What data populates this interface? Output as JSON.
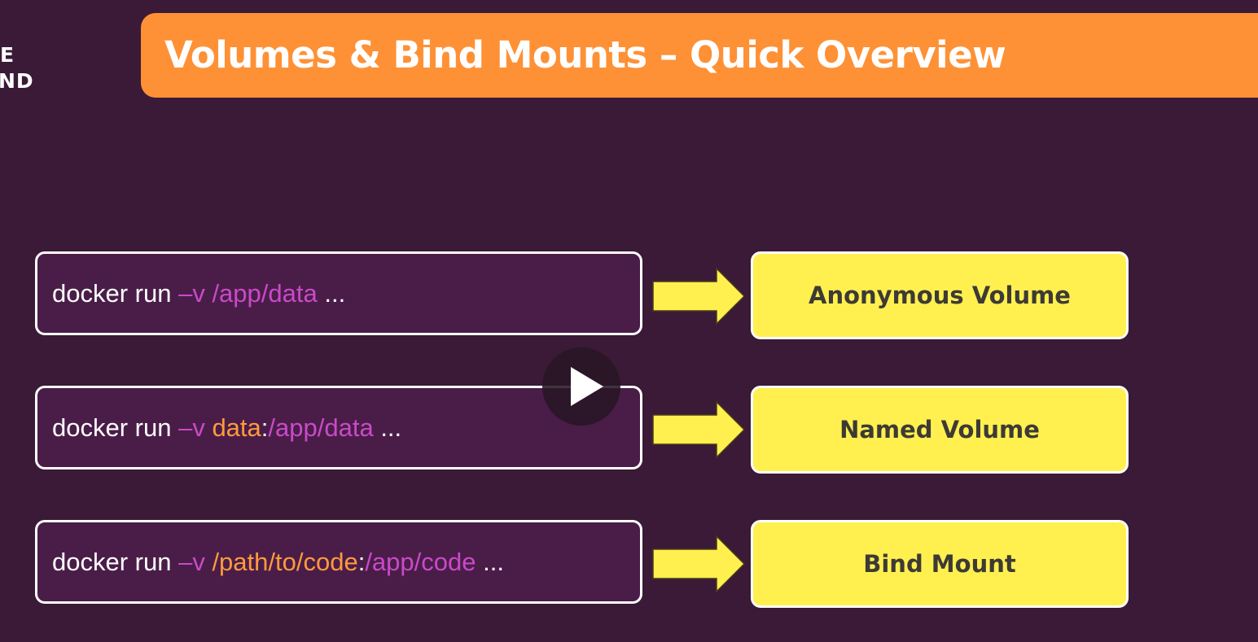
{
  "logo": {
    "line1": "E",
    "line2": "ND"
  },
  "title": "Volumes & Bind Mounts – Quick Overview",
  "colors": {
    "background": "#3a1a36",
    "title_bar": "#fe9136",
    "command_box": "#4a1d48",
    "command_text": "#ffffff",
    "flag_and_path": "#c94ac8",
    "source_name": "#ff9a3d",
    "result_box": "#fff04f",
    "result_text": "#3d3a35",
    "arrow": "#fff04f"
  },
  "rows": [
    {
      "command": {
        "prefix": "docker run ",
        "flag": "–v ",
        "source": "",
        "separator": "",
        "target": "/app/data",
        "suffix": " ..."
      },
      "result": "Anonymous Volume"
    },
    {
      "command": {
        "prefix": "docker run ",
        "flag": "–v ",
        "source": "data",
        "separator": ":",
        "target": "/app/data",
        "suffix": " ..."
      },
      "result": "Named Volume"
    },
    {
      "command": {
        "prefix": "docker run ",
        "flag": "–v ",
        "source": "/path/to/code",
        "separator": ":",
        "target": "/app/code",
        "suffix": " ..."
      },
      "result": "Bind Mount"
    }
  ],
  "overlay": {
    "icon": "play-icon"
  }
}
